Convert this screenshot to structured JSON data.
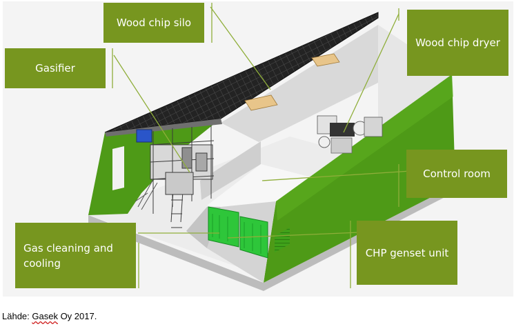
{
  "labels": {
    "wood_chip_silo": "Wood chip silo",
    "gasifier": "Gasifier",
    "wood_chip_dryer": "Wood chip dryer",
    "control_room": "Control room",
    "gas_cleaning_line1": "Gas cleaning and",
    "gas_cleaning_line2": "cooling",
    "chp_genset_unit": "CHP genset unit"
  },
  "source": {
    "prefix": "Lähde: ",
    "org": "Gasek",
    "suffix": " Oy 2017."
  },
  "colors": {
    "callout": "#77961f",
    "wall_green": "#4e9a17",
    "roof": "#222222",
    "floor": "#f5f5f5",
    "container": "#2ec63a"
  }
}
